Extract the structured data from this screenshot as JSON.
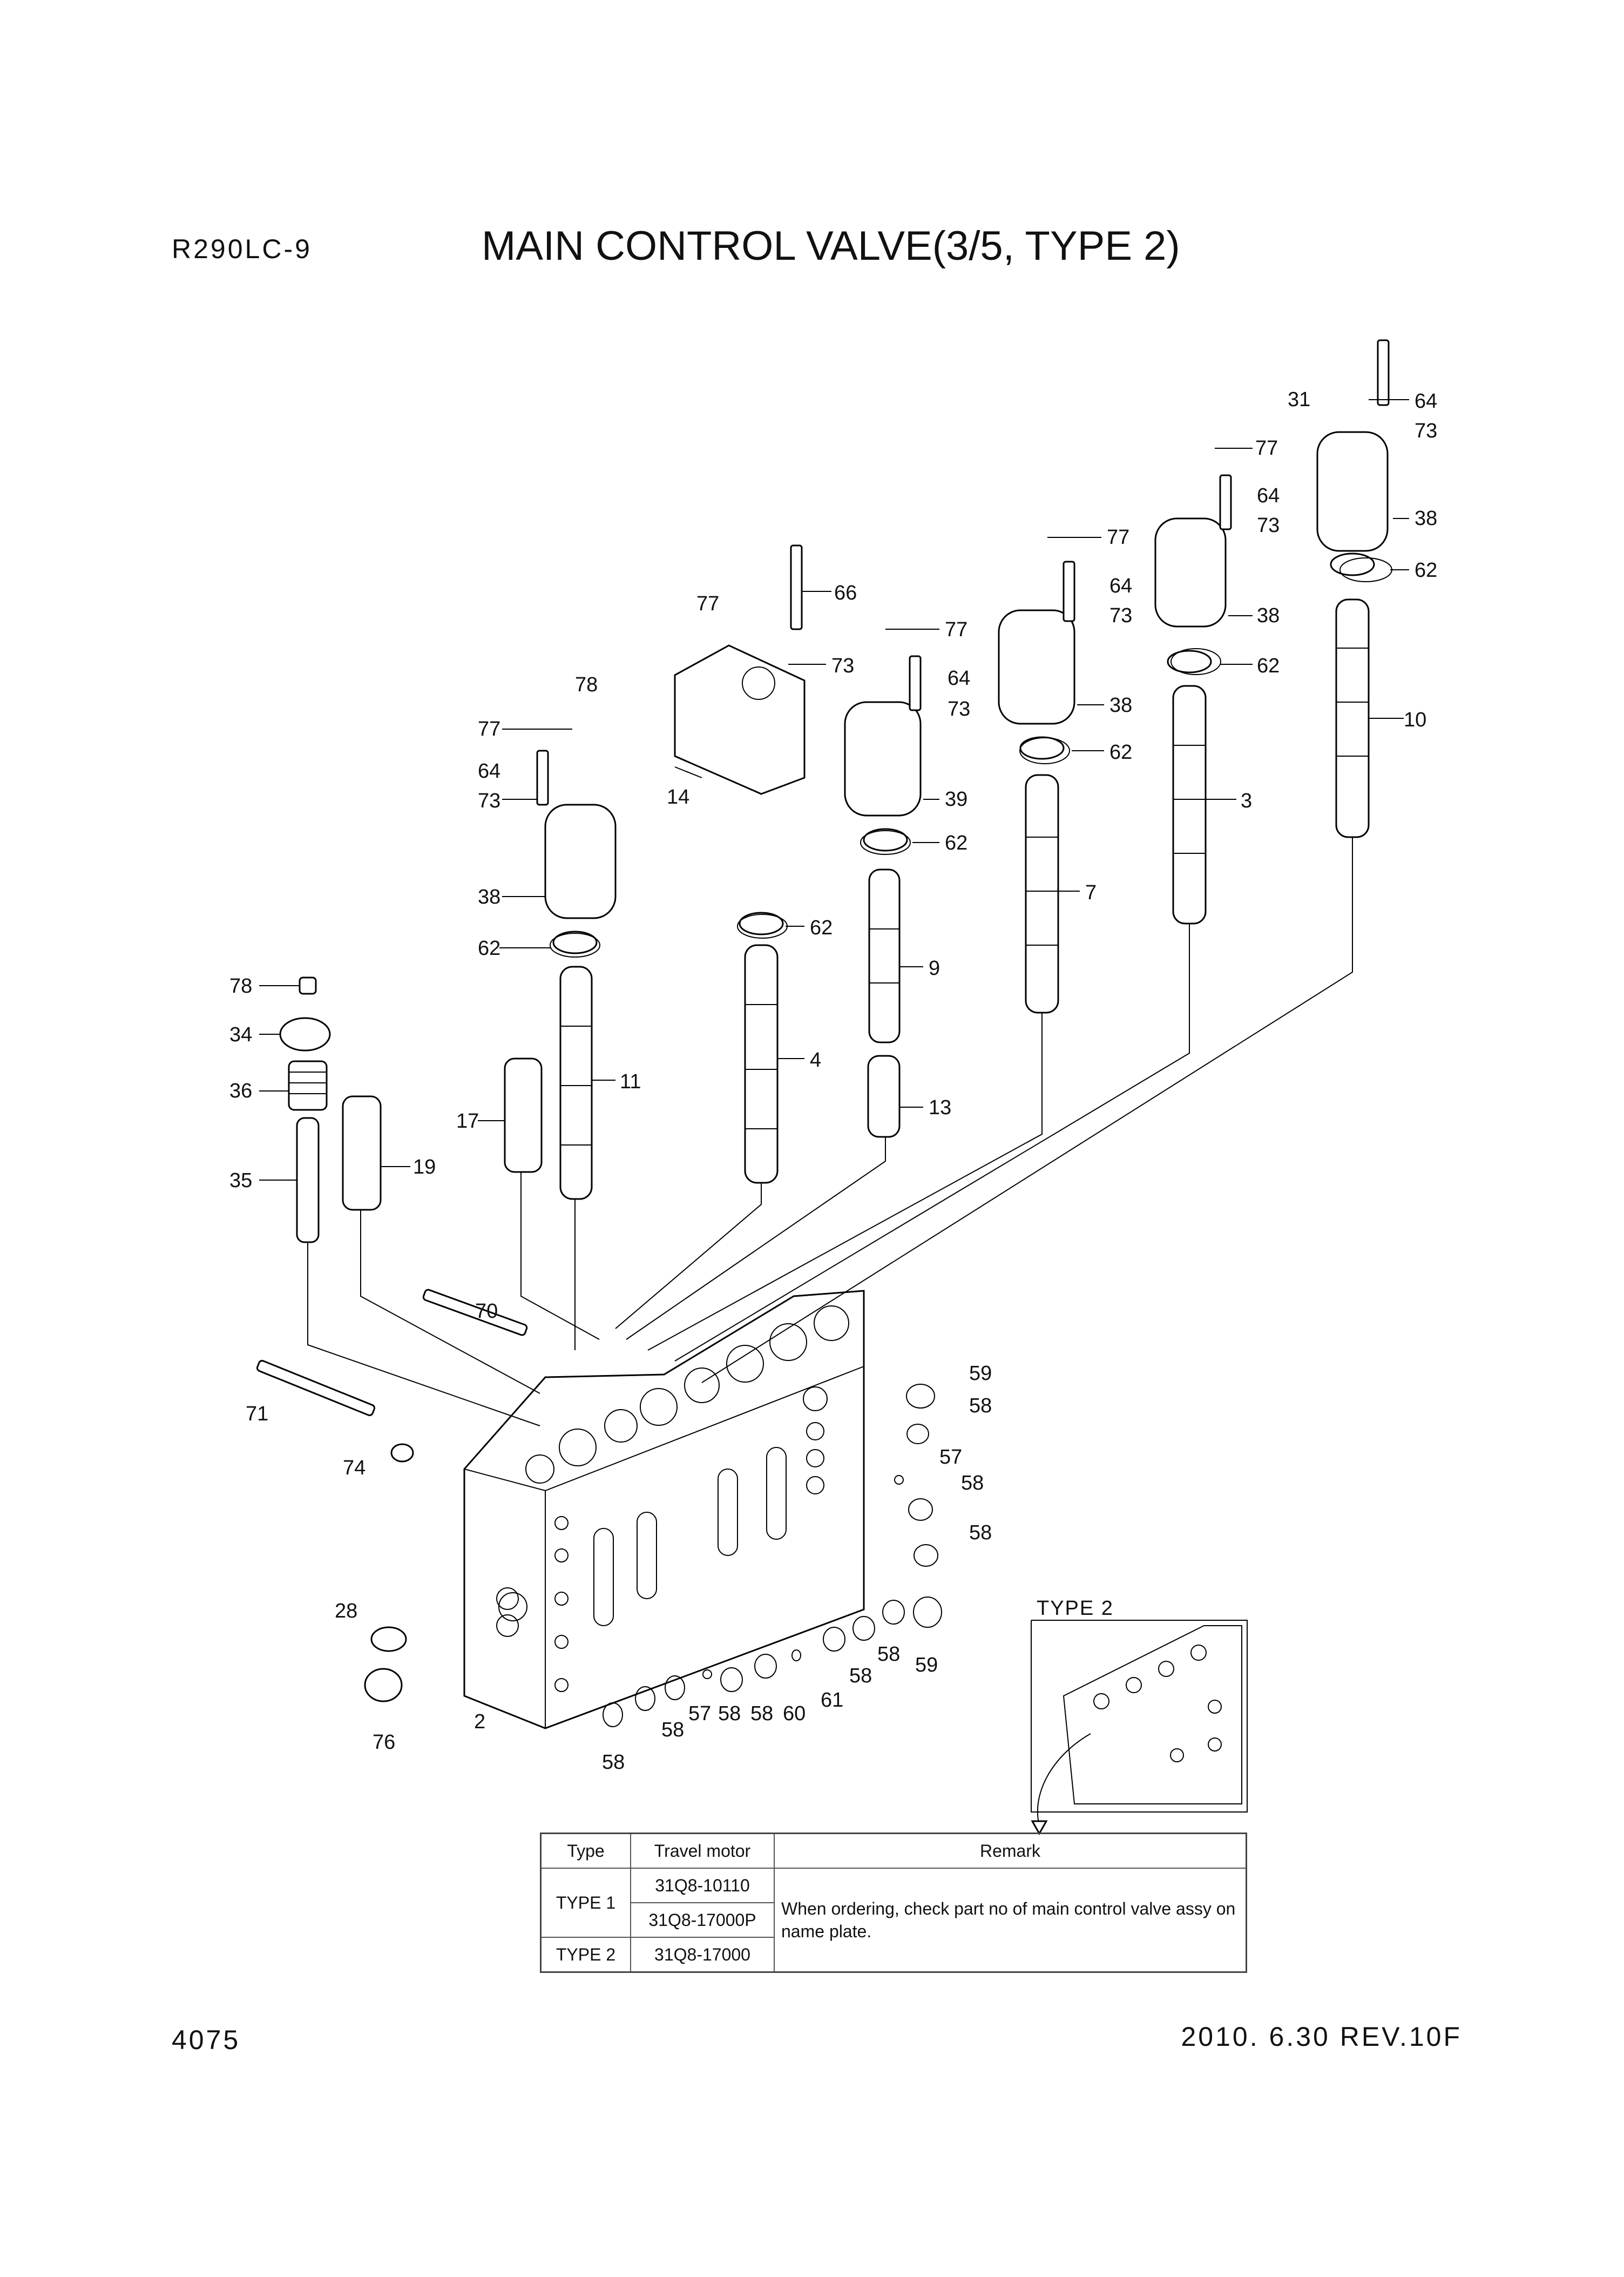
{
  "header": {
    "model": "R290LC-9",
    "title": "MAIN CONTROL VALVE(3/5, TYPE 2)"
  },
  "footer": {
    "page_number": "4075",
    "revision": "2010. 6.30  REV.10F"
  },
  "inset": {
    "label": "TYPE 2"
  },
  "callouts": {
    "c31": "31",
    "c64a": "64",
    "c73a": "73",
    "c38a": "38",
    "c62a": "62",
    "c10": "10",
    "c77b": "77",
    "c64b": "64",
    "c73b": "73",
    "c38b": "38",
    "c62b": "62",
    "c3": "3",
    "c77c": "77",
    "c64c": "64",
    "c73c": "73",
    "c38c": "38",
    "c62c": "62",
    "c7": "7",
    "c77d": "77",
    "c64d": "64",
    "c73d": "73",
    "c39": "39",
    "c62d": "62",
    "c9": "9",
    "c13": "13",
    "c66": "66",
    "c77e": "77",
    "c73e": "73",
    "c78a": "78",
    "c14": "14",
    "c62e": "62",
    "c4": "4",
    "c77f": "77",
    "c64f": "64",
    "c73f": "73",
    "c38f": "38",
    "c62f": "62",
    "c11": "11",
    "c78b": "78",
    "c34": "34",
    "c36": "36",
    "c35": "35",
    "c19": "19",
    "c17": "17",
    "c70": "70",
    "c71": "71",
    "c74": "74",
    "c28": "28",
    "c76": "76",
    "c2": "2",
    "c59a": "59",
    "c58a": "58",
    "c57a": "57",
    "c58b": "58",
    "c58c": "58",
    "c59b": "59",
    "c58d": "58",
    "c58e": "58",
    "c61": "61",
    "c60": "60",
    "c58f": "58",
    "c57b": "57",
    "c58g": "58",
    "c58h": "58",
    "c58i": "58"
  },
  "table": {
    "headers": [
      "Type",
      "Travel motor",
      "Remark"
    ],
    "rows": [
      {
        "type": "TYPE 1",
        "motor": "31Q8-10110"
      },
      {
        "type": "",
        "motor": "31Q8-17000P"
      },
      {
        "type": "TYPE 2",
        "motor": "31Q8-17000"
      }
    ],
    "remark": "When ordering, check part no of main control valve assy on name plate."
  }
}
